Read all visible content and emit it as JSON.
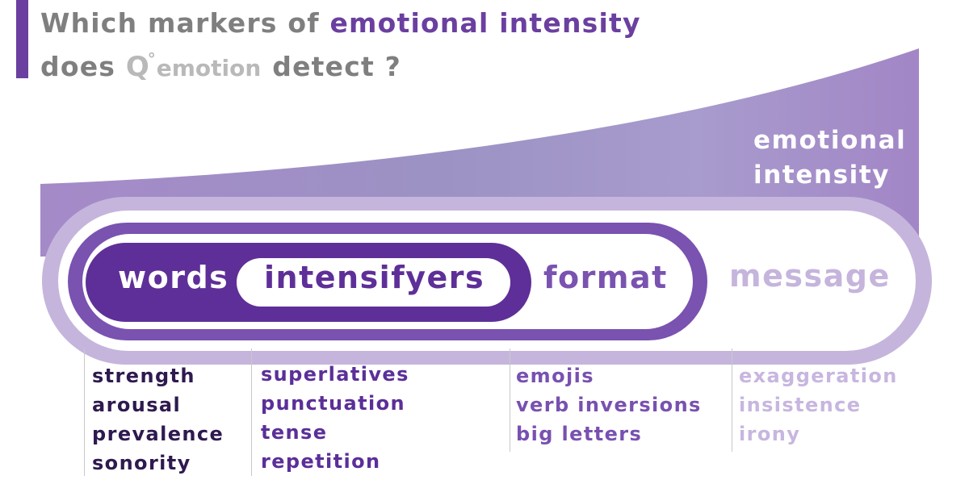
{
  "title": {
    "line1_prefix": "Which markers of ",
    "line1_highlight": "emotional intensity",
    "line2_prefix": "does ",
    "brand_q": "Q",
    "brand_deg": "°",
    "brand_rest": "emotion",
    "line2_suffix": "detect ?"
  },
  "axis_label": {
    "line1": "emotional",
    "line2": "intensity"
  },
  "levels": {
    "words": "words",
    "intensifyers": "intensifyers",
    "format": "format",
    "message": "message"
  },
  "columns": [
    {
      "items": [
        "strength",
        "arousal",
        "prevalence",
        "sonority"
      ],
      "color": "#2e1a4f"
    },
    {
      "items": [
        "superlatives",
        "punctuation",
        "tense",
        "repetition"
      ],
      "color": "#5b2f98"
    },
    {
      "items": [
        "emojis",
        "verb inversions",
        "big letters"
      ],
      "color": "#7851b0"
    },
    {
      "items": [
        "exaggeration",
        "insistence",
        "irony"
      ],
      "color": "#c7b6df"
    }
  ],
  "colors": {
    "accent": "#6b3fa0",
    "wedge": "#a589c9",
    "outer_capsule": "#c5b5dc",
    "middle_capsule": "#7a52b0",
    "inner_capsule": "#5e2f98"
  }
}
